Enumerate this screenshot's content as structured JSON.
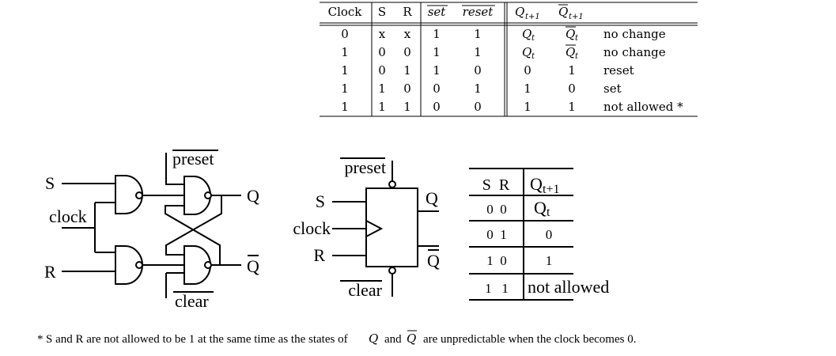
{
  "truth_table": {
    "headers": {
      "clock": "Clock",
      "s": "S",
      "r": "R",
      "set": "set",
      "reset": "reset",
      "q": "Q",
      "q_sub": "t+1",
      "qbar": "Q",
      "qbar_sub": "t+1"
    },
    "rows": [
      {
        "clock": "0",
        "s": "x",
        "r": "x",
        "set": "1",
        "reset": "1",
        "q": "Q",
        "q_sub": "t",
        "qbar": "Q",
        "qbar_sub": "t",
        "note": "no change"
      },
      {
        "clock": "1",
        "s": "0",
        "r": "0",
        "set": "1",
        "reset": "1",
        "q": "Q",
        "q_sub": "t",
        "qbar": "Q",
        "qbar_sub": "t",
        "note": "no change"
      },
      {
        "clock": "1",
        "s": "0",
        "r": "1",
        "set": "1",
        "reset": "0",
        "q": "0",
        "q_sub": "",
        "qbar": "1",
        "qbar_sub": "",
        "note": "reset"
      },
      {
        "clock": "1",
        "s": "1",
        "r": "0",
        "set": "0",
        "reset": "1",
        "q": "1",
        "q_sub": "",
        "qbar": "0",
        "qbar_sub": "",
        "note": "set"
      },
      {
        "clock": "1",
        "s": "1",
        "r": "1",
        "set": "0",
        "reset": "0",
        "q": "1",
        "q_sub": "",
        "qbar": "1",
        "qbar_sub": "",
        "note": "not allowed *"
      }
    ]
  },
  "gate_circuit": {
    "s": "S",
    "clock": "clock",
    "r": "R",
    "preset": "preset",
    "clear": "clear",
    "q": "Q",
    "qbar": "Q"
  },
  "block_symbol": {
    "s": "S",
    "clock": "clock",
    "r": "R",
    "preset": "preset",
    "clear": "clear",
    "q": "Q",
    "qbar": "Q"
  },
  "simple_table": {
    "header": {
      "sr": "S  R",
      "q": "Q",
      "q_sub": "t+1"
    },
    "rows": [
      {
        "sr": "0  0",
        "q": "Q",
        "q_sub": "t"
      },
      {
        "sr": "0  1",
        "q": "0",
        "q_sub": ""
      },
      {
        "sr": "1  0",
        "q": "1",
        "q_sub": ""
      },
      {
        "sr": "1   1",
        "q": "not allowed",
        "q_sub": ""
      }
    ]
  },
  "footnote": {
    "star": "*",
    "text1": "S and R are not allowed to be 1 at the same time as the states of",
    "q": "Q",
    "and": "and",
    "qbar": "Q",
    "text2": "are unpredictable when the clock becomes 0."
  }
}
